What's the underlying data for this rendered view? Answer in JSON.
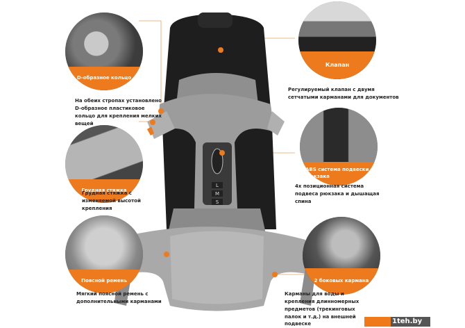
{
  "callouts": {
    "d_ring": {
      "label": "D-образное кольцо",
      "description": "На обеих стропах установлено D-образное пластиковое кольцо для крепления мелких вещей"
    },
    "chest_strap": {
      "label": "Грудная стяжка",
      "description": "Грудная стяжка с изменяемой высотой крепления"
    },
    "hip_belt": {
      "label": "Поясной ремень",
      "description": "Мягкий поясной ремень с дополнительными карманами"
    },
    "lid": {
      "label": "Клапан",
      "description": "Регулируемый клапан с двумя сетчатыми карманами для документов"
    },
    "abs": {
      "label": "ABS система подвески рюкзака",
      "description": "4х позиционная система подвеса рюкзака и дышащая спина",
      "sizes": [
        "L",
        "M",
        "S"
      ]
    },
    "side_pockets": {
      "label": "2 боковых кармана",
      "description": "Карманы для воды и крепления длинномерных предметов (трекинговых палок и т.д.) на внешней подвеске"
    }
  },
  "backpack_sizes": [
    "L",
    "M",
    "S"
  ],
  "watermark": "1teh.by",
  "colors": {
    "accent": "#ee7a1e",
    "dark": "#1c1c1c",
    "gray": "#9a9a9a"
  }
}
